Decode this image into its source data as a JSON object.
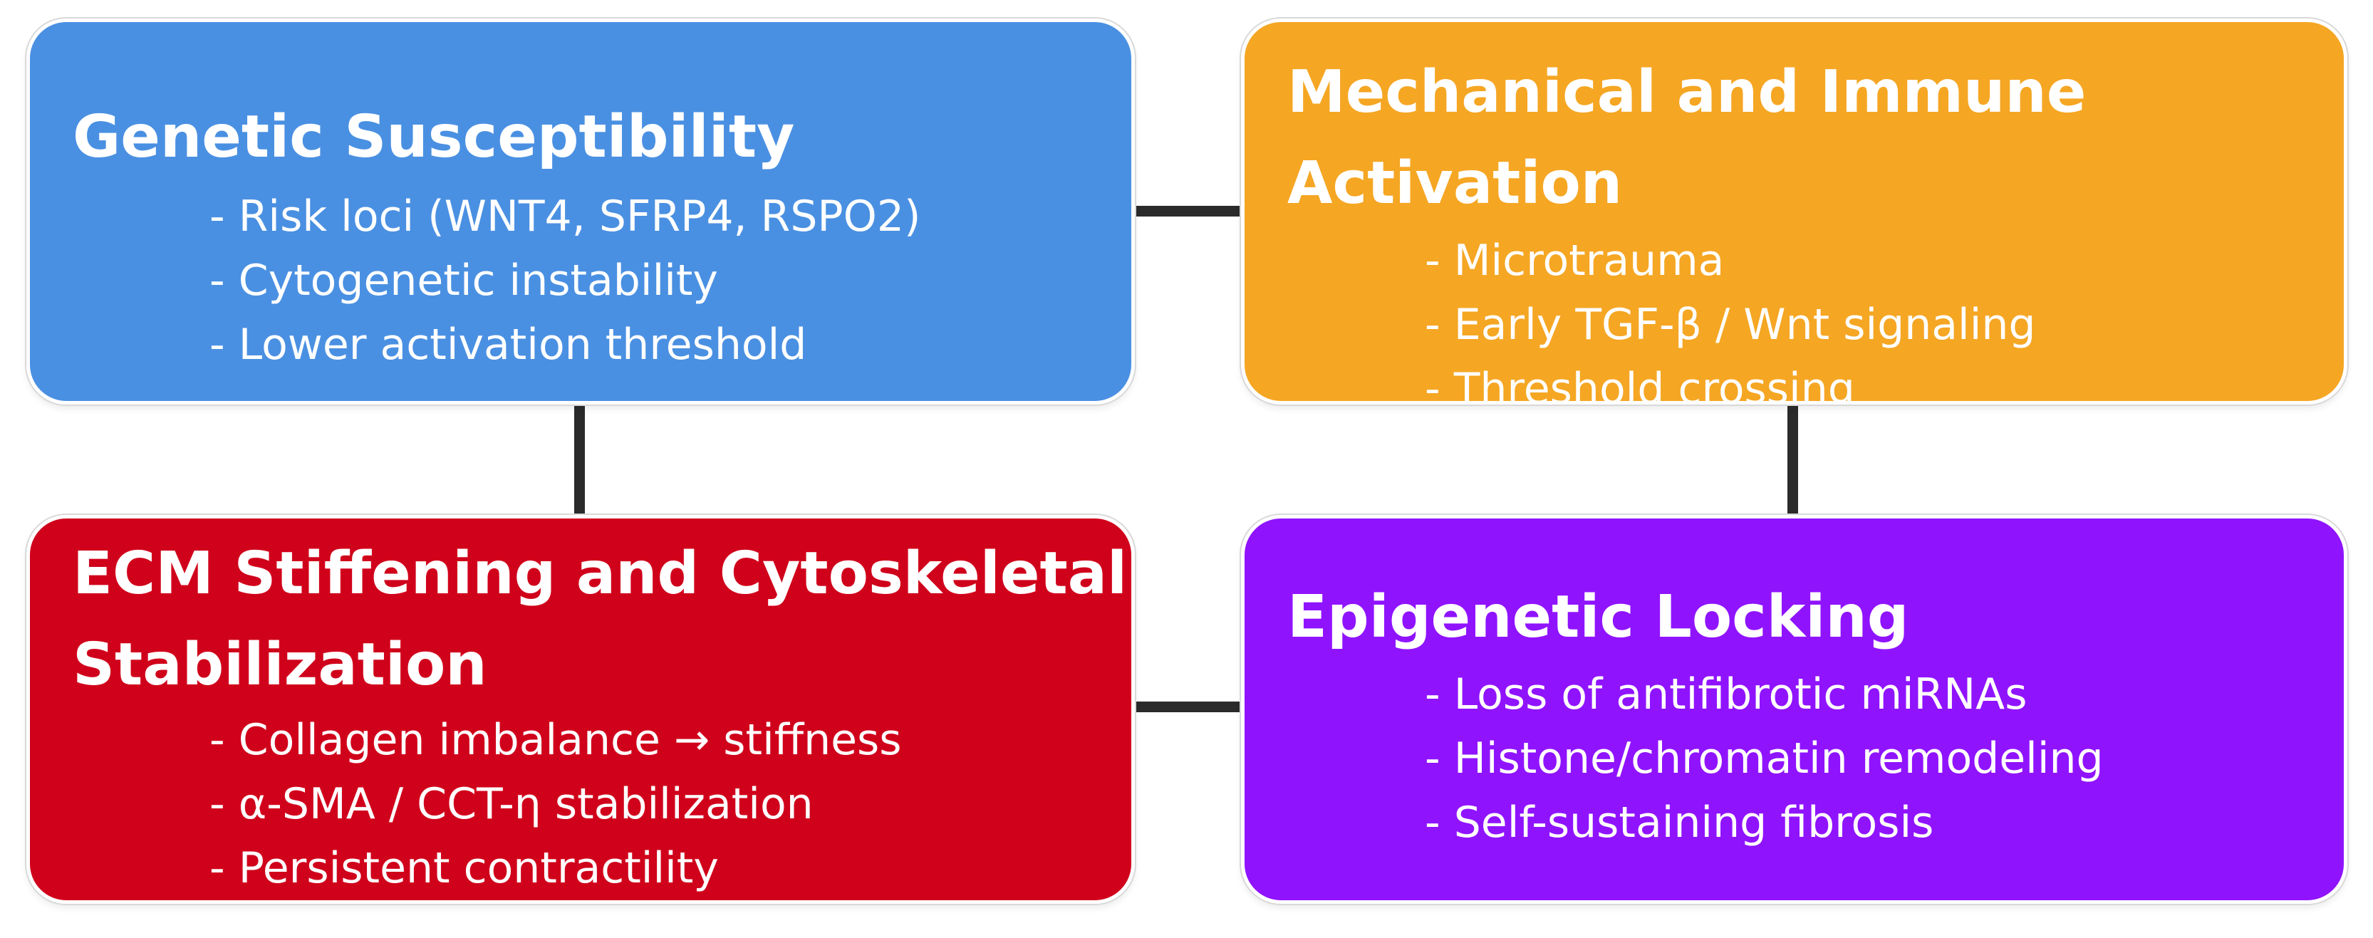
{
  "boxes": {
    "genetic": {
      "title_line1": "Genetic Susceptibility",
      "title_line2": "",
      "color": "#4a90e2",
      "items": [
        "- Risk loci (WNT4, SFRP4, RSPO2)",
        "- Cytogenetic instability",
        "- Lower activation threshold"
      ]
    },
    "mechanical": {
      "title_line1": "Mechanical and Immune",
      "title_line2": "Activation",
      "color": "#f5a623",
      "items": [
        "- Microtrauma",
        "- Early TGF-β / Wnt signaling",
        "- Threshold crossing"
      ]
    },
    "ecm": {
      "title_line1": "ECM Stiffening and Cytoskeletal",
      "title_line2": "Stabilization",
      "color": "#d0021b",
      "items": [
        "- Collagen imbalance → stiffness",
        "- α-SMA / CCT-η stabilization",
        "- Persistent contractility"
      ]
    },
    "epigenetic": {
      "title_line1": "Epigenetic Locking",
      "title_line2": "",
      "color": "#9013fe",
      "items": [
        "- Loss of antifibrotic miRNAs",
        "- Histone/chromatin remodeling",
        "- Self-sustaining fibrosis"
      ]
    }
  }
}
